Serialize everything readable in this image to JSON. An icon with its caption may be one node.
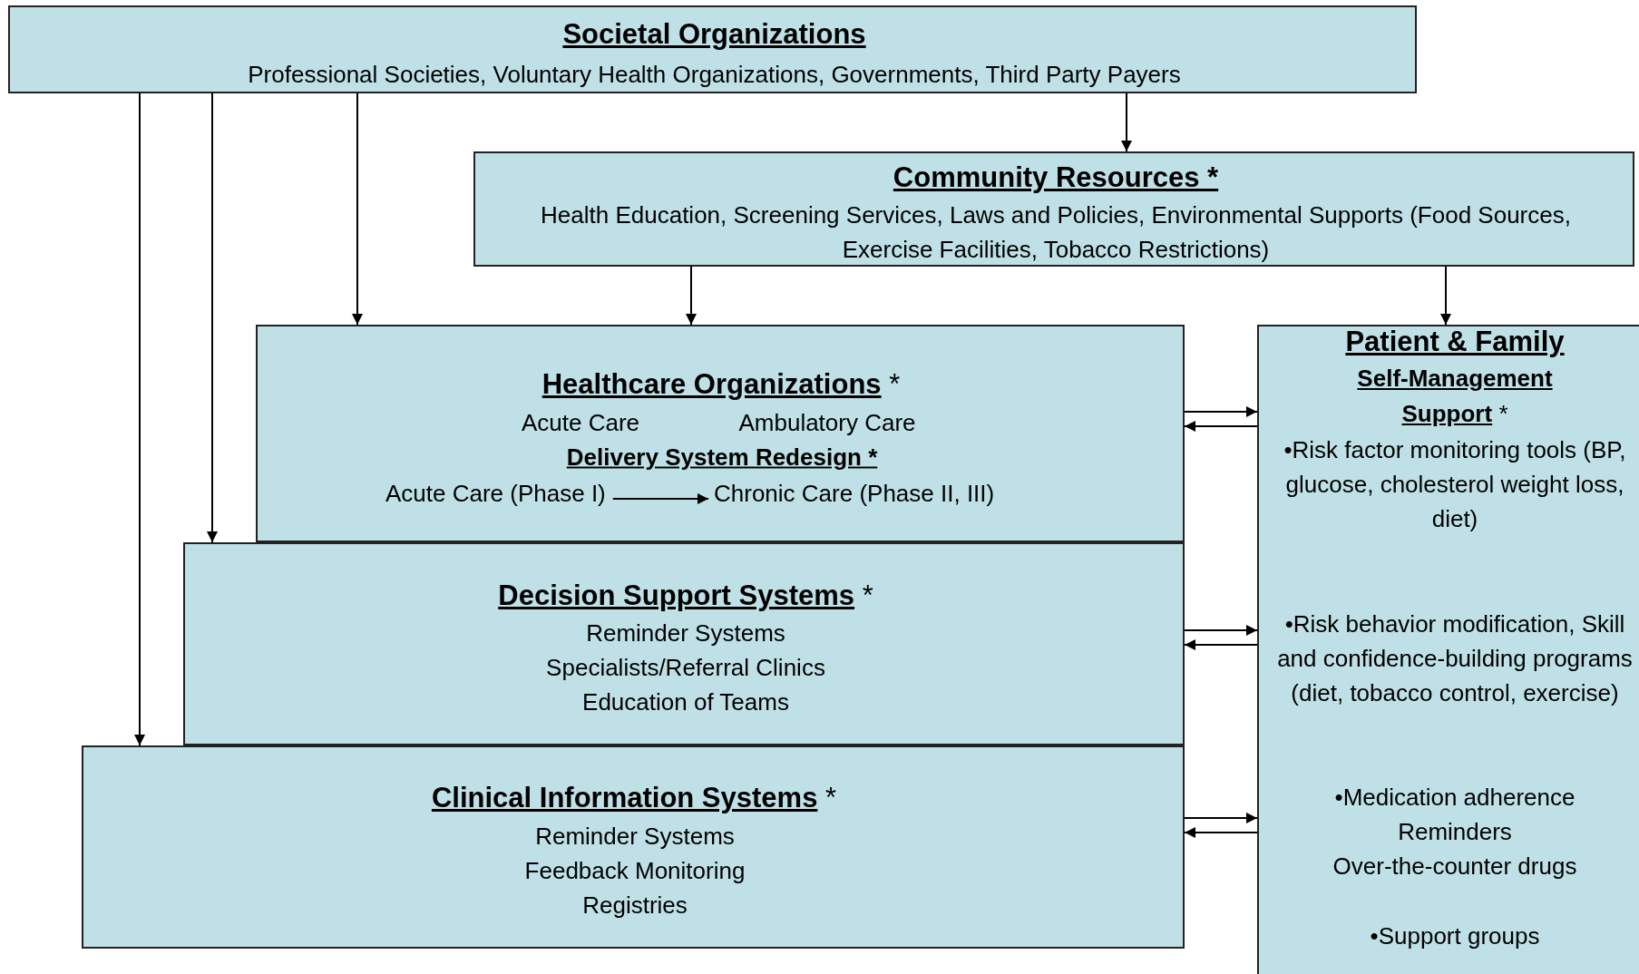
{
  "diagram": {
    "nodes": [
      {
        "text": [
          "Societal Organizations",
          "Professional Societies, Voluntary Health Organizations, Governments, Third Party Payers"
        ]
      },
      {
        "text": [
          "Community Resources *",
          "Health Education, Screening Services, Laws and Policies, Environmental Supports (Food Sources, Exercise Facilities, Tobacco Restrictions)"
        ]
      },
      {
        "text": [
          "**Healthcare Organizations** *",
          "Acute Care",
          "Ambulatory Care",
          "Delivery System Redesign *"
        ]
      },
      {
        "text": [
          "Acute Care (Phase I)"
        ],
        "in": 2
      },
      {
        "text": [
          "Chronic Care (Phase II, III)"
        ],
        "in": 2
      },
      {
        "text": [
          "**Decision Support Systems** *",
          "Reminder Systems",
          "Specialists/Referral Clinics",
          "Education of Teams"
        ]
      },
      {
        "text": [
          "**Clinical Information Systems** *",
          "Reminder Systems",
          "Feedback Monitoring",
          "Registries"
        ]
      },
      {
        "text": [
          "Patient & Family",
          "**Self-Management Support** *",
          "•Risk factor monitoring tools (BP, glucose, cholesterol weight loss, diet)",
          "•Risk behavior modification, Skill and confidence-building programs (diet, tobacco control, exercise)",
          "•Medication adherence",
          "Reminders",
          "Over-the-counter drugs",
          "•Support groups"
        ]
      }
    ],
    "edges": [
      {
        "from": 0,
        "to": 1,
        "arrow": "to"
      },
      {
        "from": 0,
        "to": 2,
        "arrow": "to"
      },
      {
        "from": 0,
        "to": 5,
        "arrow": "to"
      },
      {
        "from": 0,
        "to": 6,
        "arrow": "to"
      },
      {
        "from": 1,
        "to": 2,
        "arrow": "to"
      },
      {
        "from": 1,
        "to": 7,
        "arrow": "to"
      },
      {
        "from": 2,
        "to": 7,
        "arrow": "to"
      },
      {
        "from": 7,
        "to": 2,
        "arrow": "to"
      },
      {
        "from": 5,
        "to": 7,
        "arrow": "to"
      },
      {
        "from": 7,
        "to": 5,
        "arrow": "to"
      },
      {
        "from": 6,
        "to": 7,
        "arrow": "to"
      },
      {
        "from": 7,
        "to": 6,
        "arrow": "to"
      },
      {
        "from": 3,
        "to": 4,
        "arrow": "to"
      }
    ]
  }
}
